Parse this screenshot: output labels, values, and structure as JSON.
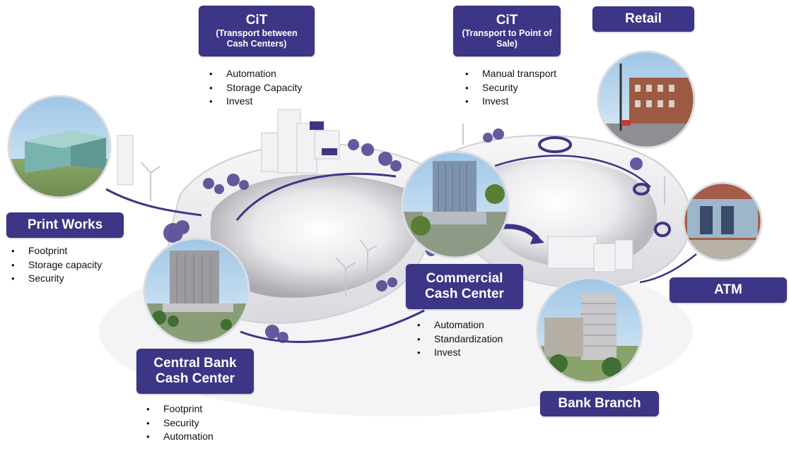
{
  "nodes": {
    "cit_cash_centers": {
      "title": "CiT",
      "subtitle": "(Transport between Cash Centers)",
      "bullets": [
        "Automation",
        "Storage Capacity",
        "Invest"
      ]
    },
    "cit_point_of_sale": {
      "title": "CiT",
      "subtitle": "(Transport to Point of Sale)",
      "bullets": [
        "Manual transport",
        "Security",
        "Invest"
      ]
    },
    "retail": {
      "title": "Retail"
    },
    "print_works": {
      "title": "Print Works",
      "bullets": [
        "Footprint",
        "Storage capacity",
        "Security"
      ]
    },
    "commercial_cash_center": {
      "title_line1": "Commercial",
      "title_line2": "Cash Center",
      "bullets": [
        "Automation",
        "Standardization",
        "Invest"
      ]
    },
    "atm": {
      "title": "ATM"
    },
    "central_bank_cash_center": {
      "title_line1": "Central Bank",
      "title_line2": "Cash Center",
      "bullets": [
        "Footprint",
        "Security",
        "Automation"
      ]
    },
    "bank_branch": {
      "title": "Bank Branch"
    }
  },
  "colors": {
    "label_bg": "#3d3585",
    "track_line": "#3d3585",
    "foliage": "#4a3f8f"
  },
  "photos": {
    "print_works": "print-works-building-photo",
    "central_bank": "central-bank-building-photo",
    "commercial": "commercial-bank-tower-photo",
    "retail": "street-retail-photo",
    "atm": "atm-photo",
    "bank_branch": "bank-branch-photo"
  }
}
